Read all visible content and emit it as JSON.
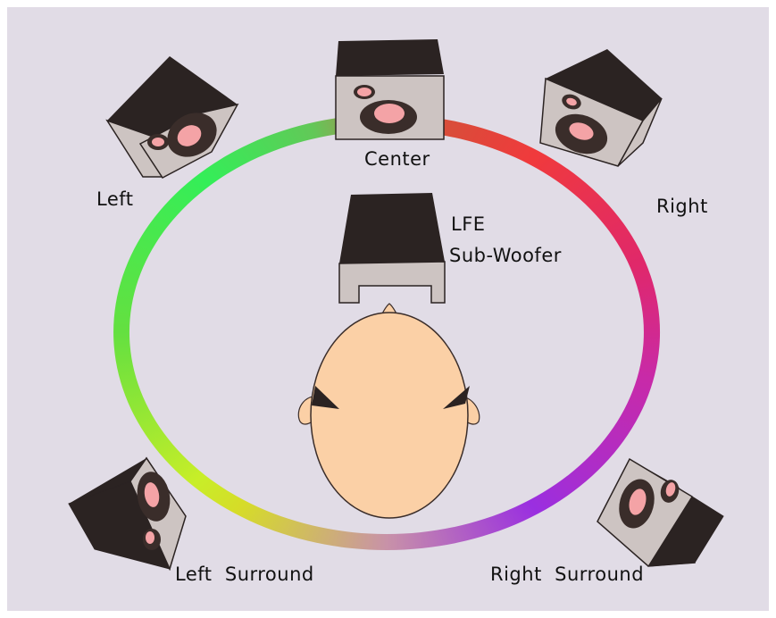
{
  "diagram": {
    "labels": {
      "center": "Center",
      "left": "Left",
      "right": "Right",
      "lfe": "LFE",
      "subwoofer": "Sub-Woofer",
      "left_surround": "Left  Surround",
      "right_surround": "Right  Surround"
    }
  },
  "colors": {
    "background": "#e1dce6",
    "speaker_top": "#2b2322",
    "speaker_front": "#cdc4c2",
    "driver_outer": "#3a2d2a",
    "driver_cone": "#f4a3a6",
    "head_skin": "#fbd0a6",
    "ring_gradient": [
      "#ff2040",
      "#9a2fe0",
      "#e6e020",
      "#30ee50",
      "#b06a30"
    ]
  }
}
